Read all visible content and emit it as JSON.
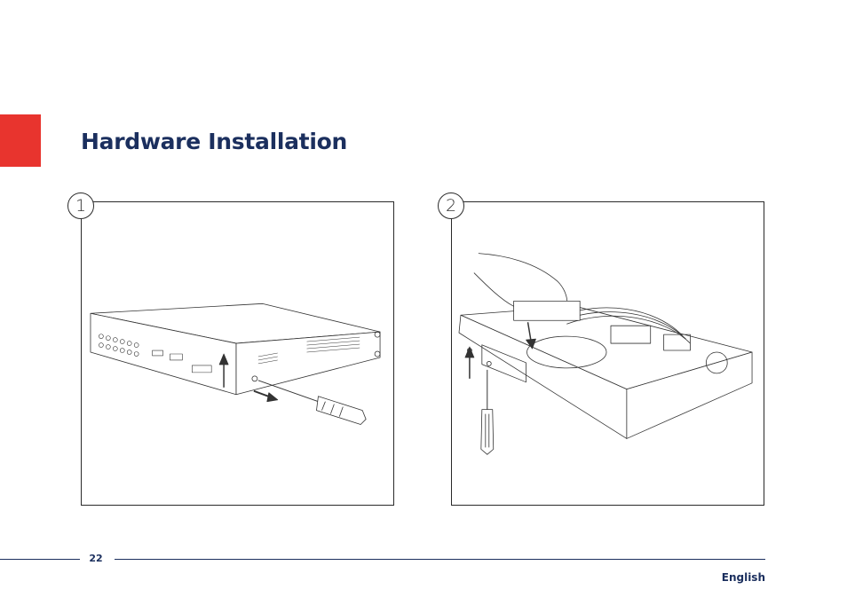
{
  "header": {
    "title": "Hardware Installation",
    "accent_color": "#e8342e",
    "title_color": "#1b2f5e"
  },
  "steps": [
    {
      "number": "1",
      "illustration": "remove-screws-from-dvr-back-panel"
    },
    {
      "number": "2",
      "illustration": "insert-hard-drive-into-dvr-chassis"
    }
  ],
  "footer": {
    "page_number": "22",
    "language": "English"
  }
}
